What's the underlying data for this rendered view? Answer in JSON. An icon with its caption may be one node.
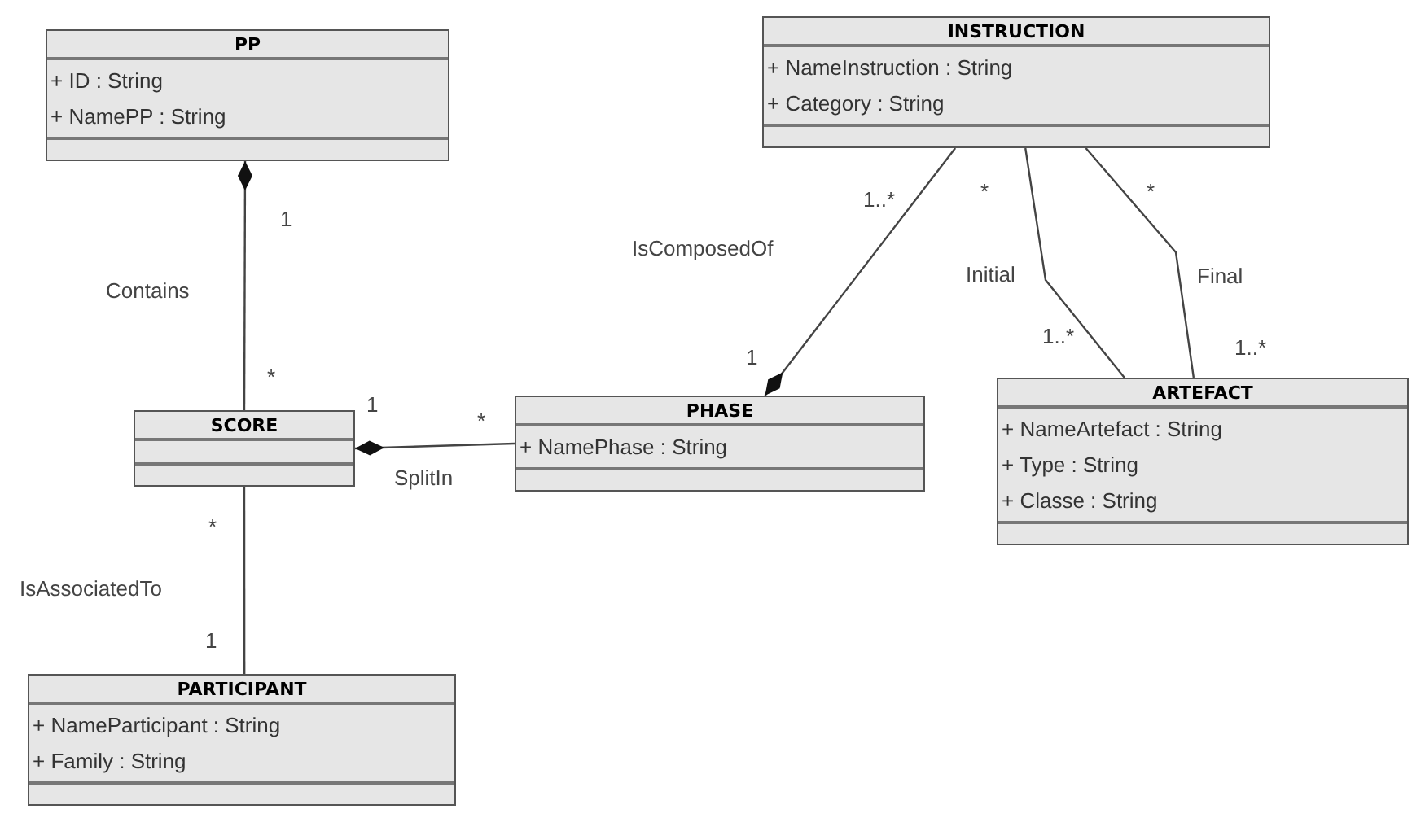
{
  "diagram": {
    "nodes": [
      {
        "text": [
          "PP",
          "+ ID : String",
          "+ NamePP : String"
        ]
      },
      {
        "text": [
          "INSTRUCTION",
          "+ NameInstruction : String",
          "+ Category : String"
        ]
      },
      {
        "text": [
          "SCORE"
        ]
      },
      {
        "text": [
          "PHASE",
          "+ NamePhase : String"
        ]
      },
      {
        "text": [
          "ARTEFACT",
          "+ NameArtefact : String",
          "+ Type : String",
          "+ Classe : String"
        ]
      },
      {
        "text": [
          "PARTICIPANT",
          "+ NameParticipant : String",
          "+ Family : String"
        ]
      }
    ],
    "edges": [
      {
        "from": 0,
        "to": 2,
        "arrow": "other",
        "label": "Contains"
      },
      {
        "from": 2,
        "to": 3,
        "arrow": "other",
        "label": "SplitIn"
      },
      {
        "from": 3,
        "to": 1,
        "arrow": "other",
        "label": "IsComposedOf"
      },
      {
        "from": 1,
        "to": 4,
        "arrow": "none",
        "label": "Initial"
      },
      {
        "from": 1,
        "to": 4,
        "arrow": "none",
        "label": "Final"
      },
      {
        "from": 2,
        "to": 5,
        "arrow": "none",
        "label": "IsAssociatedTo"
      }
    ],
    "labels": [
      "1",
      "*",
      "1",
      "*",
      "1..*",
      "1",
      "*",
      "*",
      "1..*",
      "1..*",
      "*",
      "1"
    ]
  }
}
